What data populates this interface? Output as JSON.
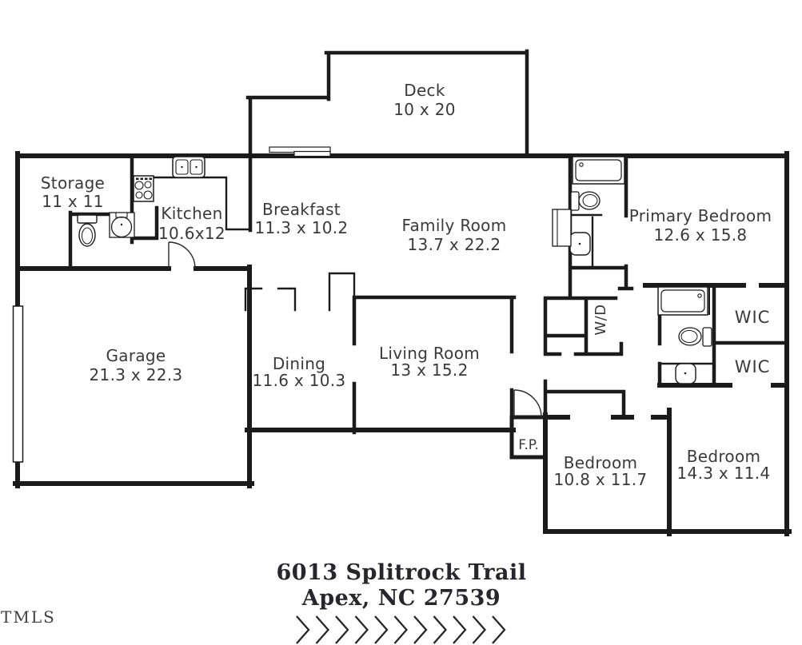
{
  "rooms": [
    {
      "id": "deck",
      "label": "Deck",
      "dims": "10 x 20"
    },
    {
      "id": "storage",
      "label": "Storage",
      "dims": "11 x 11"
    },
    {
      "id": "kitchen",
      "label": "Kitchen",
      "dims": "10.6x12"
    },
    {
      "id": "breakfast",
      "label": "Breakfast",
      "dims": "11.3 x 10.2"
    },
    {
      "id": "family-room",
      "label": "Family Room",
      "dims": "13.7 x 22.2"
    },
    {
      "id": "primary-bedroom",
      "label": "Primary Bedroom",
      "dims": "12.6 x 15.8"
    },
    {
      "id": "garage",
      "label": "Garage",
      "dims": "21.3 x 22.3"
    },
    {
      "id": "dining",
      "label": "Dining",
      "dims": "11.6 x 10.3"
    },
    {
      "id": "living-room",
      "label": "Living Room",
      "dims": "13 x 15.2"
    },
    {
      "id": "bedroom-1",
      "label": "Bedroom",
      "dims": "10.8 x 11.7"
    },
    {
      "id": "bedroom-2",
      "label": "Bedroom",
      "dims": "14.3 x 11.4"
    }
  ],
  "closets": {
    "washer_dryer": "W/D",
    "wic_upper": "WIC",
    "wic_lower": "WIC",
    "fireplace": "F.P."
  },
  "footer": {
    "address_line1": "6013 Splitrock Trail",
    "address_line2": "Apex, NC 27539",
    "watermark": "TMLS",
    "chevron_count": 11
  },
  "colors": {
    "wall": "#1b1b1b",
    "label_text": "#3a3a3a",
    "address_text": "#26262c",
    "background": "#ffffff"
  }
}
